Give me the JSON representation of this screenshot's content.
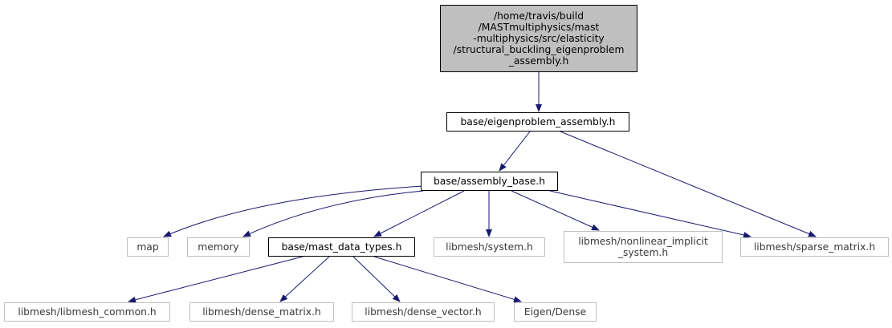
{
  "diagram": {
    "edge_color": "#191970",
    "root_fill": "#bfbfbf",
    "external_border": "#bfbfbf",
    "nodes": [
      {
        "id": "root",
        "label": "/home/travis/build\n/MASTmultiphysics/mast\n-multiphysics/src/elasticity\n/structural_buckling_eigenproblem\n_assembly.h",
        "kind": "root"
      },
      {
        "id": "eigen",
        "label": "base/eigenproblem_assembly.h",
        "kind": "std"
      },
      {
        "id": "asmbase",
        "label": "base/assembly_base.h",
        "kind": "std"
      },
      {
        "id": "map",
        "label": "map",
        "kind": "ext"
      },
      {
        "id": "memory",
        "label": "memory",
        "kind": "ext"
      },
      {
        "id": "mdt",
        "label": "base/mast_data_types.h",
        "kind": "std"
      },
      {
        "id": "system",
        "label": "libmesh/system.h",
        "kind": "ext"
      },
      {
        "id": "nlis",
        "label": "libmesh/nonlinear_implicit\n_system.h",
        "kind": "ext"
      },
      {
        "id": "sparse",
        "label": "libmesh/sparse_matrix.h",
        "kind": "ext"
      },
      {
        "id": "common",
        "label": "libmesh/libmesh_common.h",
        "kind": "ext"
      },
      {
        "id": "dmatrix",
        "label": "libmesh/dense_matrix.h",
        "kind": "ext"
      },
      {
        "id": "dvector",
        "label": "libmesh/dense_vector.h",
        "kind": "ext"
      },
      {
        "id": "eigendense",
        "label": "Eigen/Dense",
        "kind": "ext"
      }
    ],
    "edges": [
      {
        "from": "root",
        "to": "eigen"
      },
      {
        "from": "eigen",
        "to": "asmbase"
      },
      {
        "from": "eigen",
        "to": "sparse"
      },
      {
        "from": "asmbase",
        "to": "map"
      },
      {
        "from": "asmbase",
        "to": "memory"
      },
      {
        "from": "asmbase",
        "to": "mdt"
      },
      {
        "from": "asmbase",
        "to": "system"
      },
      {
        "from": "asmbase",
        "to": "nlis"
      },
      {
        "from": "asmbase",
        "to": "sparse"
      },
      {
        "from": "mdt",
        "to": "common"
      },
      {
        "from": "mdt",
        "to": "dmatrix"
      },
      {
        "from": "mdt",
        "to": "dvector"
      },
      {
        "from": "mdt",
        "to": "eigendense"
      }
    ]
  }
}
